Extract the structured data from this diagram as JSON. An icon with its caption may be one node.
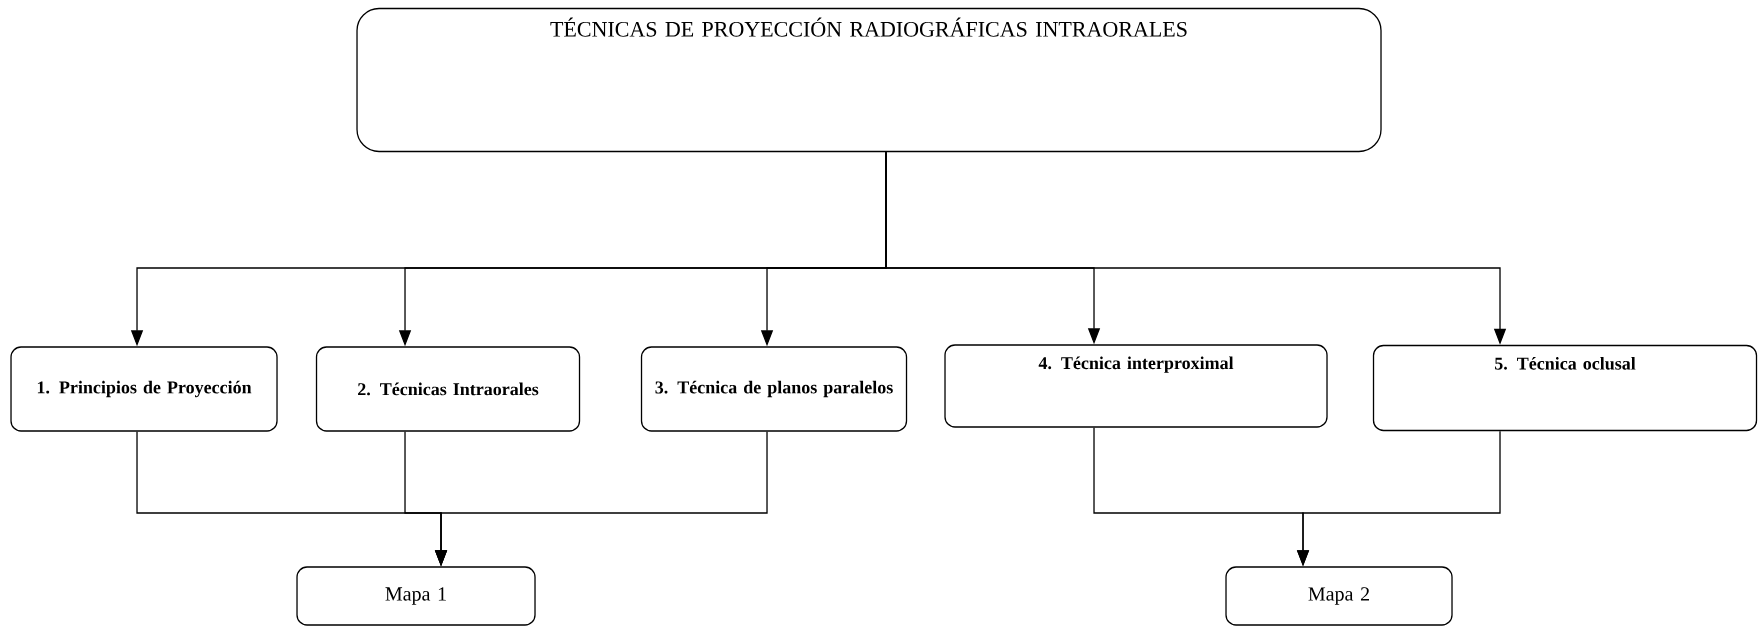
{
  "diagram": {
    "nodes": [
      {
        "text": [
          "TÉCNICAS DE PROYECCIÓN RADIOGRÁFICAS INTRAORALES"
        ]
      },
      {
        "text": [
          "1. Principios de Proyección"
        ]
      },
      {
        "text": [
          "2. Técnicas Intraorales"
        ]
      },
      {
        "text": [
          "3. Técnica de planos paralelos"
        ]
      },
      {
        "text": [
          "4. Técnica interproximal"
        ]
      },
      {
        "text": [
          "5. Técnica oclusal"
        ]
      },
      {
        "text": [
          "Mapa 1"
        ]
      },
      {
        "text": [
          "Mapa 2"
        ]
      }
    ],
    "edges": [
      {
        "from": 0,
        "to": 1,
        "arrow": "to"
      },
      {
        "from": 0,
        "to": 2,
        "arrow": "to"
      },
      {
        "from": 0,
        "to": 3,
        "arrow": "to"
      },
      {
        "from": 0,
        "to": 4,
        "arrow": "to"
      },
      {
        "from": 0,
        "to": 5,
        "arrow": "to"
      },
      {
        "from": 1,
        "to": 6,
        "arrow": "to"
      },
      {
        "from": 2,
        "to": 6,
        "arrow": "to"
      },
      {
        "from": 3,
        "to": 6,
        "arrow": "to"
      },
      {
        "from": 4,
        "to": 7,
        "arrow": "to"
      },
      {
        "from": 5,
        "to": 7,
        "arrow": "to"
      }
    ]
  }
}
